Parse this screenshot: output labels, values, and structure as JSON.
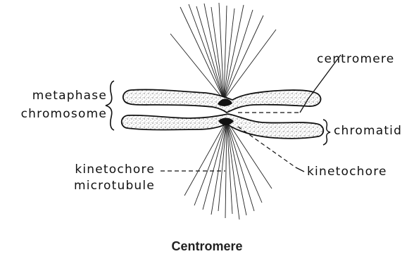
{
  "labels": {
    "centromere": "centromere",
    "metaphase_line1": "metaphase",
    "metaphase_line2": "chromosome",
    "chromatid": "chromatid",
    "kinetochore_mt_line1": "kinetochore",
    "kinetochore_mt_line2": "microtubule",
    "kinetochore": "kinetochore"
  },
  "caption": "Centromere",
  "colors": {
    "ink": "#111111",
    "stipple": "#7a7a7a"
  }
}
